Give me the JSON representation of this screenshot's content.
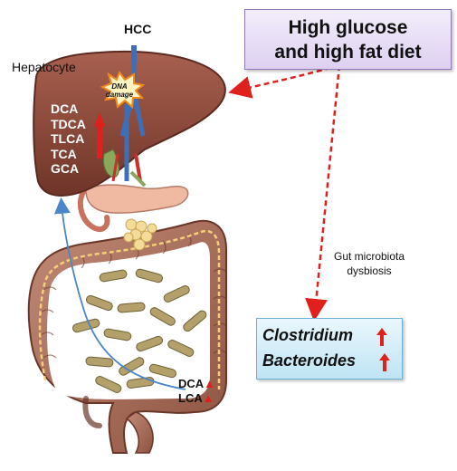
{
  "labels": {
    "hepatocyte": "Hepatocyte",
    "hcc": "HCC",
    "dna_damage_1": "DNA",
    "dna_damage_2": "damage",
    "liver_bile_acids": [
      "DCA",
      "TDCA",
      "TLCA",
      "TCA",
      "GCA"
    ],
    "colon_bile_acids": [
      "DCA",
      "LCA"
    ],
    "diet_line_1": "High glucose",
    "diet_line_2": "and high fat diet",
    "microbiota_line_1": "Gut microbiota",
    "microbiota_line_2": "dysbiosis",
    "bacteria": [
      "Clostridium",
      "Bacteroides"
    ]
  },
  "colors": {
    "liver": "#8a4a3c",
    "colon": "#a86a56",
    "bile_flow": "#4a86c8",
    "dashed_arrow": "#e0201c",
    "increase_arrow": "#e0201c",
    "diet_box": "#ddd0f0",
    "bacteria_box": "#bfe4f4"
  },
  "icons": [
    "dna-damage-burst-icon",
    "up-arrow-icon"
  ]
}
